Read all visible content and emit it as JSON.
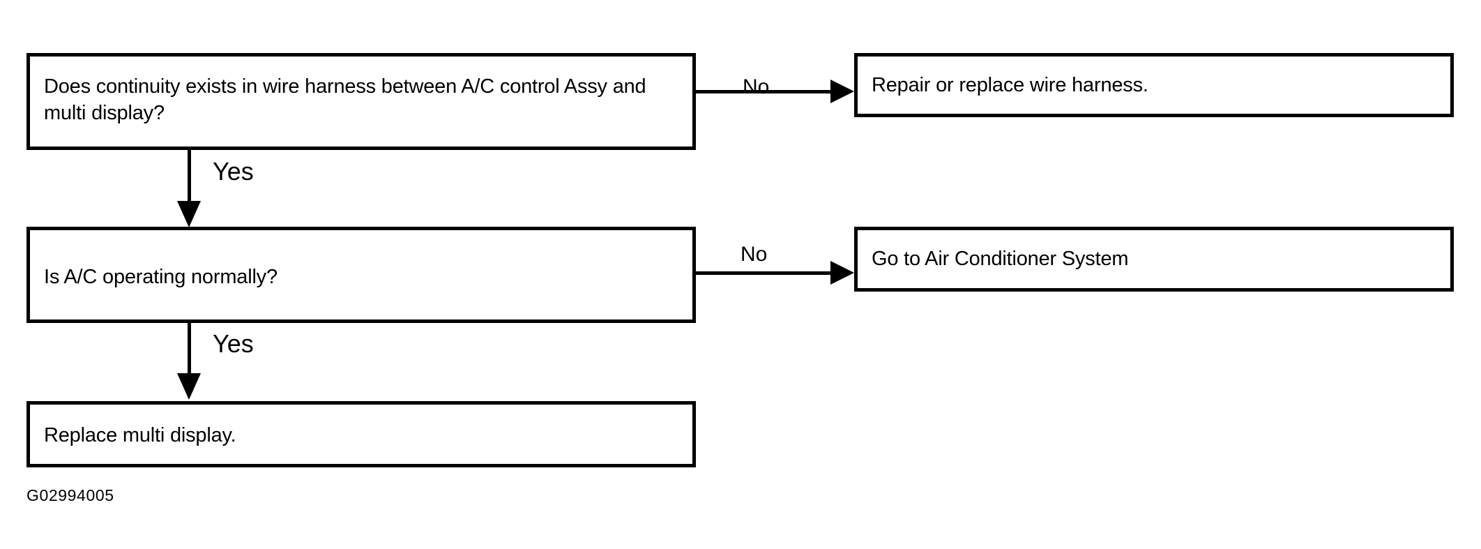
{
  "diagram": {
    "caption": "G02994005",
    "colors": {
      "stroke": "#000000",
      "background": "#ffffff",
      "text": "#000000"
    },
    "nodes": [
      {
        "id": "check-continuity",
        "kind": "decision",
        "text": "Does continuity exists in wire harness between A/C control Assy and\nmulti display?"
      },
      {
        "id": "repair-harness",
        "kind": "action",
        "text": "Repair or replace wire harness."
      },
      {
        "id": "ac-operating",
        "kind": "decision",
        "text": "Is A/C operating normally?"
      },
      {
        "id": "go-to-ac-system",
        "kind": "action",
        "text": "Go to Air Conditioner System"
      },
      {
        "id": "replace-display",
        "kind": "terminal",
        "text": "Replace multi display."
      }
    ],
    "edges": [
      {
        "id": "edge-no-1",
        "from": "check-continuity",
        "to": "repair-harness",
        "label": "No",
        "direction": "right"
      },
      {
        "id": "edge-yes-1",
        "from": "check-continuity",
        "to": "ac-operating",
        "label": "Yes",
        "direction": "down"
      },
      {
        "id": "edge-no-2",
        "from": "ac-operating",
        "to": "go-to-ac-system",
        "label": "No",
        "direction": "right"
      },
      {
        "id": "edge-yes-2",
        "from": "ac-operating",
        "to": "replace-display",
        "label": "Yes",
        "direction": "down"
      }
    ]
  }
}
